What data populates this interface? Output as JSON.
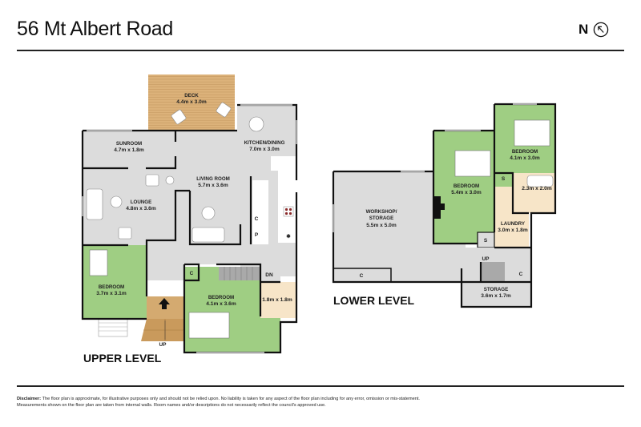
{
  "header": {
    "title": "56 Mt Albert Road",
    "north_label": "N",
    "north_icon": "north-arrow-icon"
  },
  "colors": {
    "living": "#dcdcdc",
    "bedroom": "#9fce83",
    "wet": "#f7e5c8",
    "deck": "#d8ad74",
    "stairs_wood": "#d0a46a",
    "wall": "#111111"
  },
  "upper_level": {
    "label": "UPPER LEVEL",
    "rooms": {
      "deck": {
        "name": "DECK",
        "dims": "4.4m x 3.0m"
      },
      "sunroom": {
        "name": "SUNROOM",
        "dims": "4.7m x 1.8m"
      },
      "kitchen": {
        "name": "KITCHEN/DINING",
        "dims": "7.0m x 3.0m"
      },
      "living": {
        "name": "LIVING ROOM",
        "dims": "5.7m x 3.6m"
      },
      "lounge": {
        "name": "LOUNGE",
        "dims": "4.8m x 3.6m"
      },
      "bedroom1": {
        "name": "BEDROOM",
        "dims": "3.7m x 3.1m"
      },
      "bedroom2": {
        "name": "BEDROOM",
        "dims": "4.1m x 3.6m"
      },
      "bathroom": {
        "name": "",
        "dims": "1.8m x 1.8m"
      }
    },
    "marks": {
      "cupboard": "C",
      "pantry": "P",
      "cupboard_hall": "C",
      "down": "DN",
      "up": "UP"
    }
  },
  "lower_level": {
    "label": "LOWER LEVEL",
    "rooms": {
      "workshop_line1": "WORKSHOP/",
      "workshop_line2": "STORAGE",
      "workshop_dims": "5.5m x 5.0m",
      "bedroom3": {
        "name": "BEDROOM",
        "dims": "5.4m x 3.0m"
      },
      "bedroom4": {
        "name": "BEDROOM",
        "dims": "4.1m x 3.0m"
      },
      "bathroom": {
        "name": "",
        "dims": "2.3m x 2.0m"
      },
      "laundry": {
        "name": "LAUNDRY",
        "dims": "3.0m x 1.8m"
      },
      "storage": {
        "name": "STORAGE",
        "dims": "3.6m x 1.7m"
      }
    },
    "marks": {
      "shower": "S",
      "shelf": "S",
      "cupboard_workshop": "C",
      "cupboard_stairs": "C",
      "up": "UP"
    }
  },
  "footer": {
    "disclaimer_label": "Disclaimer:",
    "disclaimer_text": " The floor plan is approximate, for illustrative purposes only and should not be relied upon. No liability is taken for any aspect of the floor plan including for any error, omission or mis-statement. Measurements shown on the floor plan are taken from internal walls. Room names and/or descriptions do not necessarily reflect the council's approved use."
  }
}
